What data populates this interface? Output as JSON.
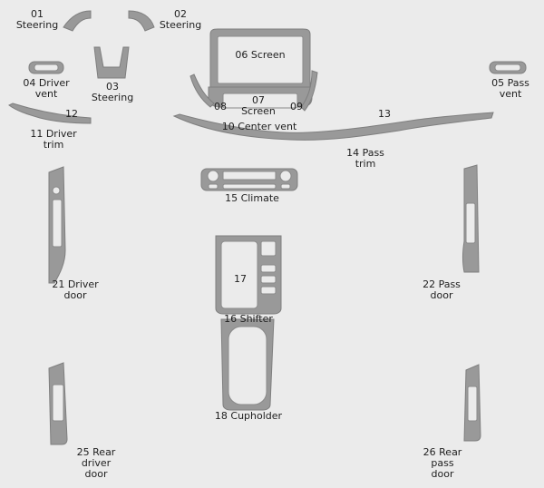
{
  "parts": {
    "p01": "01\nSteering",
    "p02": "02\nSteering",
    "p03": "03\nSteering",
    "p04": "04 Driver\nvent",
    "p05": "05 Pass\nvent",
    "p06": "06 Screen",
    "p07": "07\nScreen",
    "p08": "08",
    "p09": "09",
    "p10": "10 Center vent",
    "p11": "11 Driver\ntrim",
    "p12": "12",
    "p13": "13",
    "p14": "14 Pass\ntrim",
    "p15": "15 Climate",
    "p16": "16 Shifter",
    "p17": "17",
    "p18": "18 Cupholder",
    "p21": "21 Driver\ndoor",
    "p22": "22 Pass\ndoor",
    "p25": "25 Rear\ndriver\ndoor",
    "p26": "26 Rear\npass\ndoor"
  },
  "colors": {
    "background": "#ebebeb",
    "piece_fill": "#999999",
    "piece_stroke": "#7f7f7f"
  }
}
